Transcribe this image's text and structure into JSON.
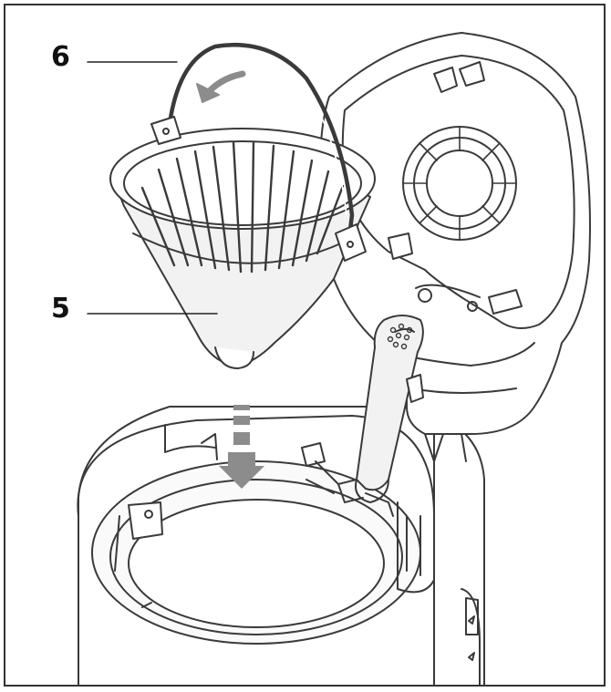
{
  "callouts": [
    {
      "id": "callout-6",
      "label": "6",
      "part": "filter-holder-handle"
    },
    {
      "id": "callout-5",
      "label": "5",
      "part": "filter-holder"
    }
  ],
  "colors": {
    "line": "#3a3a3a",
    "fill_light": "#f2f2f2",
    "arrow_gray": "#8c8c8c",
    "background": "#ffffff"
  }
}
